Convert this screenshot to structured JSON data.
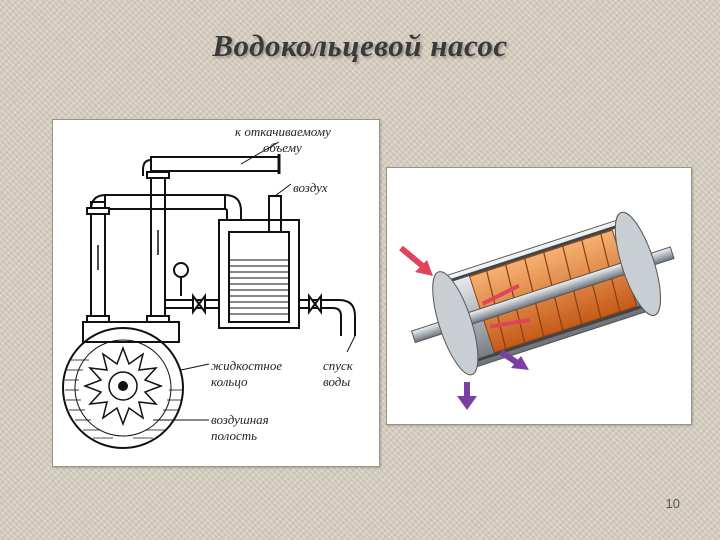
{
  "slide": {
    "title": "Водокольцевой насос",
    "page_number": "10"
  },
  "diagram": {
    "label_evacuated_volume_line1": "к откачиваемому",
    "label_evacuated_volume_line2": "объему",
    "label_air": "воздух",
    "label_liquid_ring_line1": "жидкостное",
    "label_liquid_ring_line2": "кольцо",
    "label_water_drain_line1": "спуск",
    "label_water_drain_line2": "воды",
    "label_air_cavity_line1": "воздушная",
    "label_air_cavity_line2": "полость"
  },
  "colors": {
    "accent_arrow_in": "#e0445a",
    "accent_arrow_out": "#7b3fa3",
    "rotor_orange": "#e07a2a"
  }
}
